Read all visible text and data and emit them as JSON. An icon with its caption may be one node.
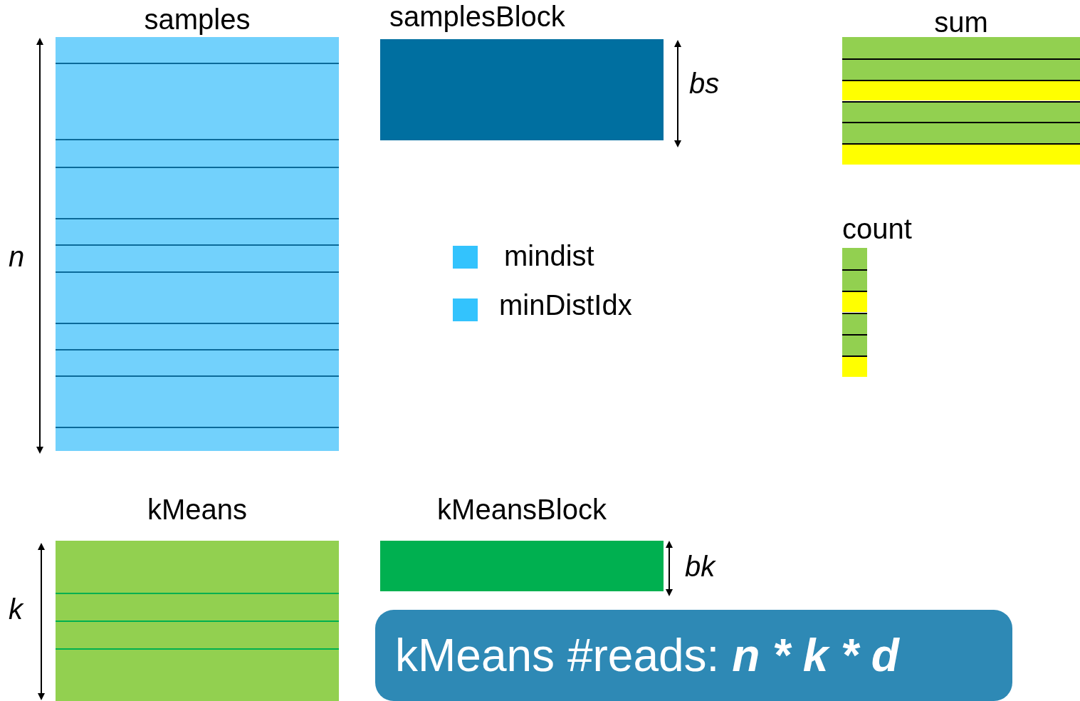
{
  "diagram": {
    "nodes": [
      {
        "text": [
          "samples"
        ]
      },
      {
        "text": [
          "samplesBlock"
        ]
      },
      {
        "text": [
          "sum"
        ]
      },
      {
        "text": [
          "count"
        ]
      },
      {
        "text": [
          "kMeans"
        ]
      },
      {
        "text": [
          "kMeansBlock"
        ]
      },
      {
        "text": [
          "kMeans #reads: **n * k * d**"
        ]
      }
    ],
    "edges": [],
    "labels": [
      "bs",
      "n",
      "k",
      "bk"
    ],
    "legend": [
      {
        "text": "mindist",
        "color": "#33c3fd"
      },
      {
        "text": "minDistIdx",
        "color": "#33c3fd"
      }
    ]
  }
}
